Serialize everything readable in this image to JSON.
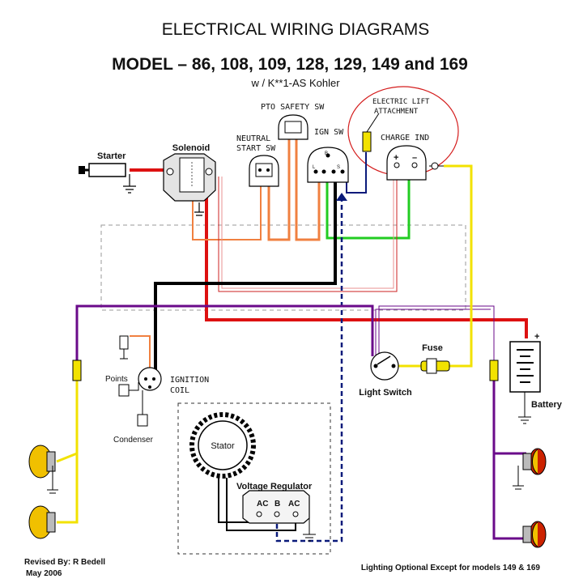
{
  "header": {
    "title": "ELECTRICAL WIRING DIAGRAMS",
    "model_line": "MODEL  – 86, 108, 109, 128, 129, 149 and 169",
    "engine_note": "w / K**1-AS Kohler"
  },
  "labels": {
    "starter": "Starter",
    "solenoid": "Solenoid",
    "pto_line1": "PTO SAFETY",
    "pto_line2": "SW",
    "neutral_line1": "NEUTRAL",
    "neutral_line2": "START SW",
    "ign_sw": "IGN SW",
    "elec_lift_line1": "ELECTRIC LIFT",
    "elec_lift_line2": "ATTACHMENT",
    "charge_ind": "CHARGE IND",
    "plus": "+",
    "minus": "–",
    "fuse": "Fuse",
    "light_switch": "Light Switch",
    "battery": "Battery",
    "battery_plus": "+",
    "points": "Points",
    "ignition_line1": "IGNITION",
    "ignition_line2": "COIL",
    "condenser": "Condenser",
    "stator": "Stator",
    "voltage_regulator": "Voltage Regulator",
    "ac_left": "AC",
    "b_term": "B",
    "ac_right": "AC",
    "ign_b": "B",
    "ign_l": "L",
    "ign_s": "S"
  },
  "footer": {
    "revised_by": "Revised By: R Bedell",
    "date": "May 2006",
    "note": "Lighting Optional Except for models 149 & 169"
  },
  "colors": {
    "red": "#dd1111",
    "black": "#000000",
    "purple": "#6a0a8a",
    "yellow": "#f2e200",
    "orange": "#f08040",
    "green": "#22cc22",
    "navy": "#0a1a7a",
    "title_red": "#cc0000"
  }
}
